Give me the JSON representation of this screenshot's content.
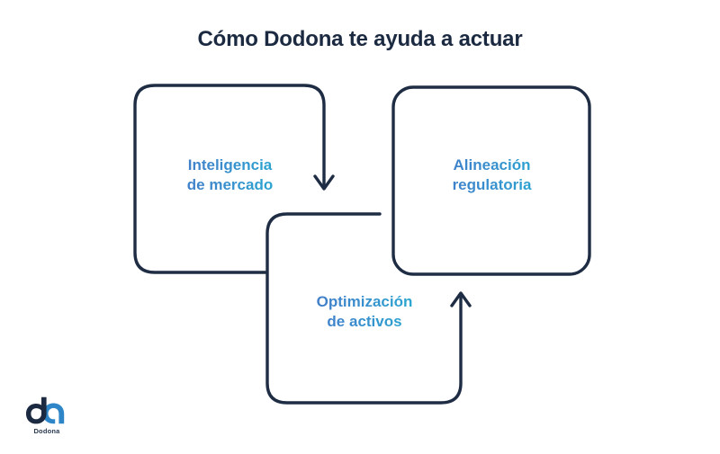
{
  "page": {
    "title": "Cómo Dodona te ayuda a actuar",
    "background_color": "#ffffff"
  },
  "theme": {
    "stroke_color": "#1f2d44",
    "title_color": "#1b2a41",
    "label_gradient_start": "#4a6ec4",
    "label_gradient_end": "#1cbcd4",
    "logo_dark_color": "#1b2a41",
    "logo_light_color": "#2e86c8"
  },
  "diagram": {
    "type": "cycle-flow",
    "nodes": [
      {
        "id": "market-intelligence",
        "line1": "Inteligencia",
        "line2": "de mercado"
      },
      {
        "id": "regulatory-alignment",
        "line1": "Alineación",
        "line2": "regulatoria"
      },
      {
        "id": "asset-optimization",
        "line1": "Optimización",
        "line2": "de activos"
      }
    ],
    "connectors": [
      {
        "id": "market-to-assets",
        "direction": "down",
        "from": "market-intelligence",
        "to": "asset-optimization"
      },
      {
        "id": "assets-to-regulatory",
        "direction": "up",
        "from": "asset-optimization",
        "to": "regulatory-alignment"
      }
    ]
  },
  "branding": {
    "name": "Dodona",
    "wordmark": "Dodona"
  }
}
